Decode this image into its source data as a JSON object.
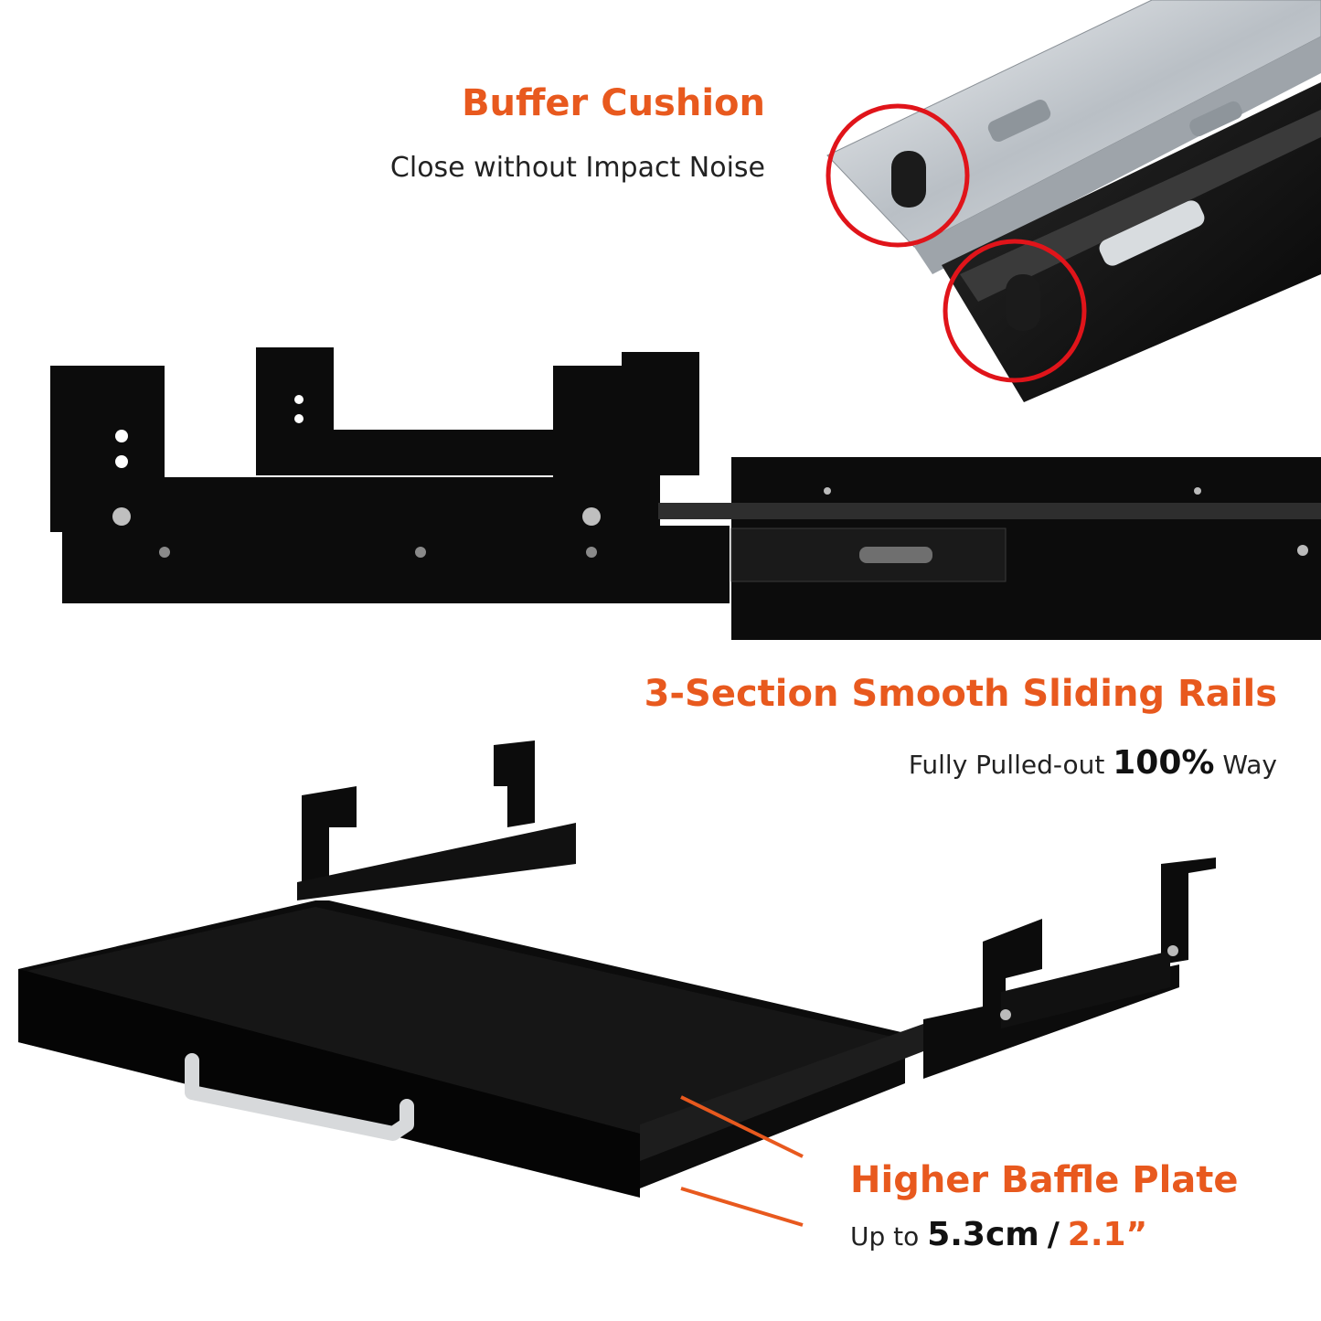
{
  "features": {
    "buffer": {
      "title": "Buffer Cushion",
      "subtitle": "Close without Impact Noise"
    },
    "rails": {
      "title": "3-Section Smooth Sliding Rails",
      "subtitle_prefix": "Fully Pulled-out",
      "subtitle_value": "100%",
      "subtitle_suffix": "Way"
    },
    "baffle": {
      "title": "Higher Baffle Plate",
      "subtitle_prefix": "Up to",
      "value_metric": "5.3cm",
      "separator": "/",
      "value_imperial": "2.1”"
    }
  },
  "colors": {
    "accent": "#e8591e",
    "highlight_circle": "#e0141a",
    "product_black": "#0c0c0c",
    "rail_silver": "#c9ced3"
  }
}
